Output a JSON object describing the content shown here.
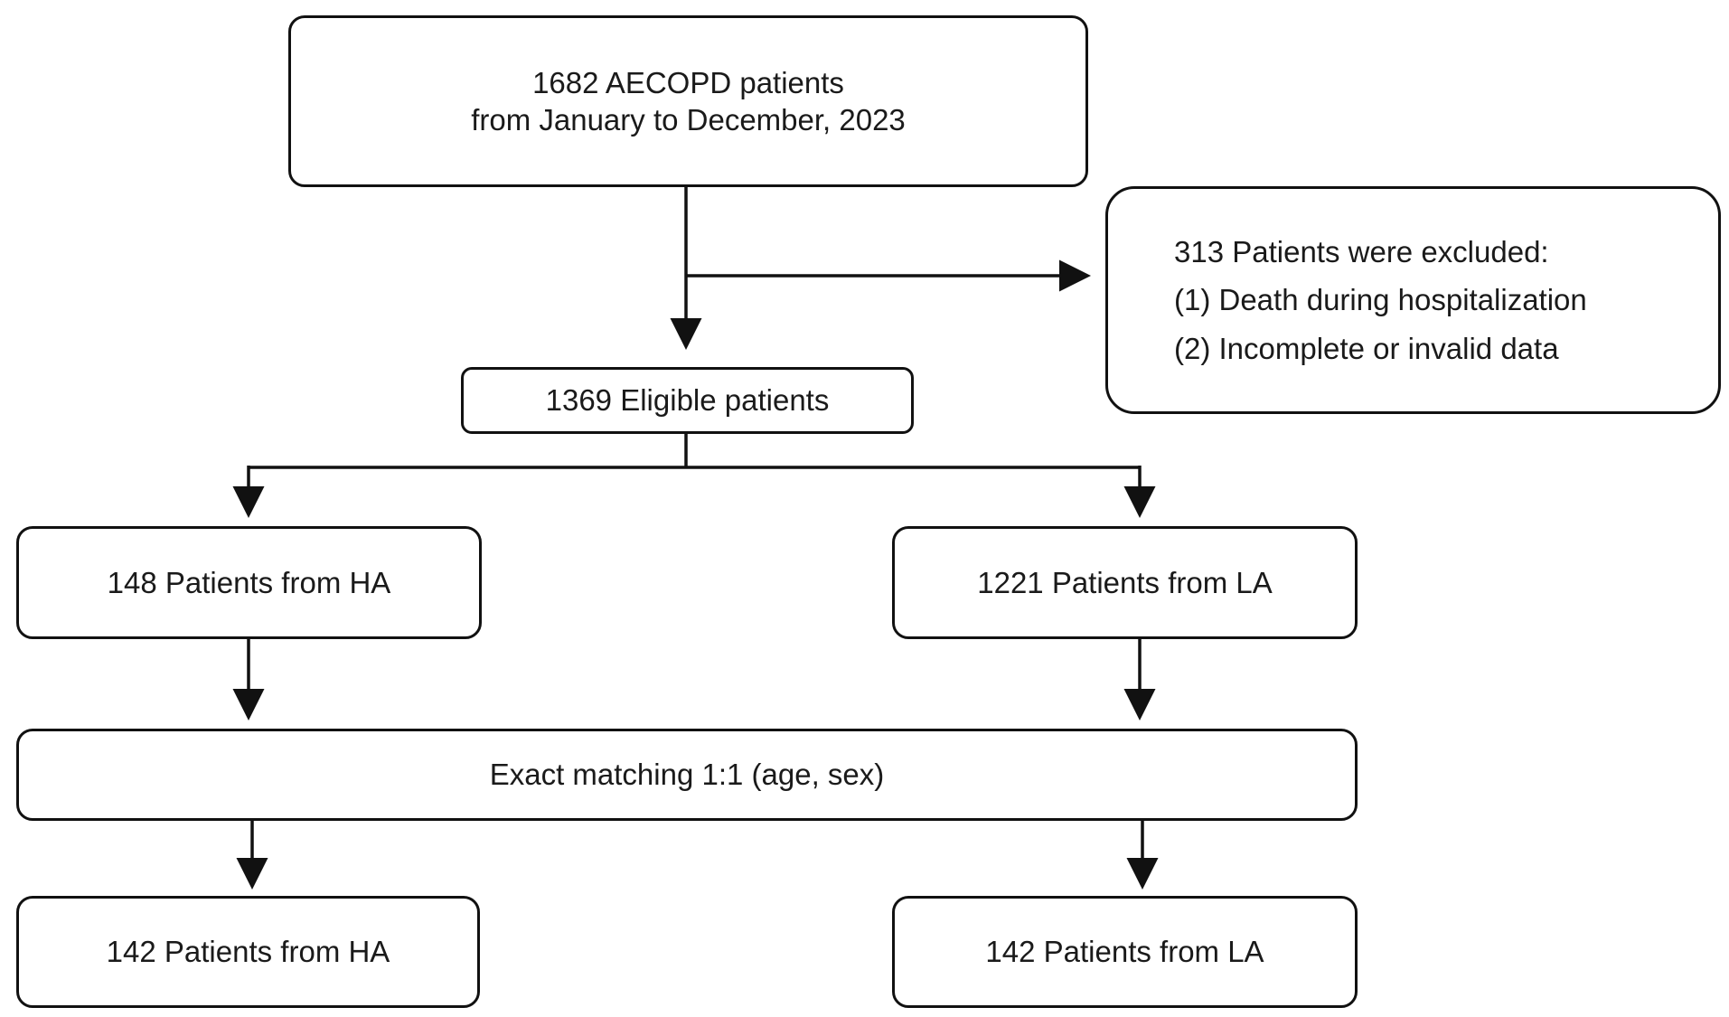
{
  "flowchart": {
    "top": {
      "line1": "1682 AECOPD patients",
      "line2": "from January to December, 2023"
    },
    "excluded": {
      "title": "313 Patients were excluded:",
      "reason1": "(1) Death during hospitalization",
      "reason2": "(2) Incomplete or invalid data"
    },
    "eligible": "1369 Eligible patients",
    "ha_group": "148 Patients from HA",
    "la_group": "1221 Patients from LA",
    "matching": "Exact matching 1:1 (age, sex)",
    "ha_matched": "142 Patients from HA",
    "la_matched": "142 Patients from LA"
  },
  "colors": {
    "stroke": "#111111",
    "background": "#ffffff",
    "text": "#1a1a1a"
  }
}
